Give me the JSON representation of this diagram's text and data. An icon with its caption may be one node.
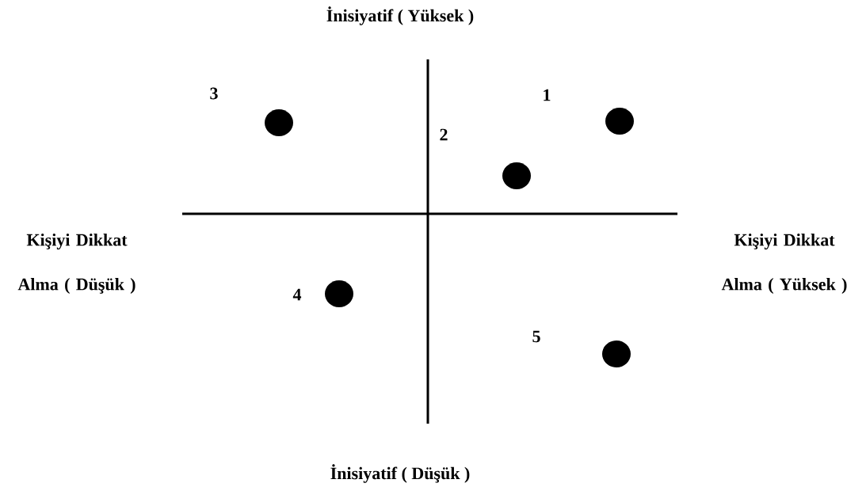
{
  "diagram": {
    "labels": [
      "İnisiyatif ( Yüksek )",
      "3",
      "1",
      "2",
      "Kişiyi Dikkat Alma ( Düşük )",
      "Kişiyi Dikkat Alma ( Yüksek )",
      "4",
      "5",
      "İnisiyatif ( Düşük )"
    ]
  }
}
